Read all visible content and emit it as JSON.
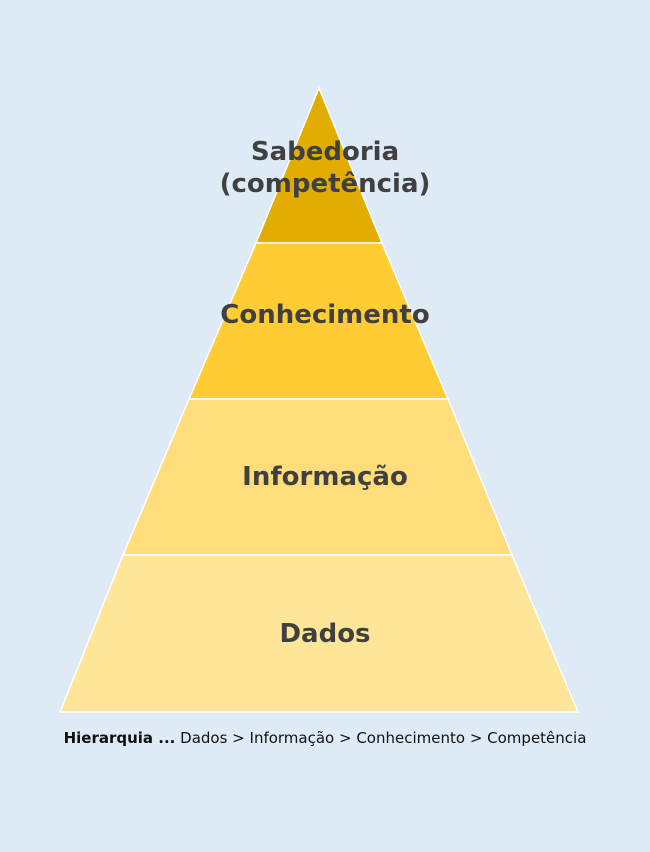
{
  "diagram": {
    "type": "pyramid",
    "tiers": [
      {
        "label_line1": "Sabedoria",
        "label_line2": "(competência)",
        "color": "#E2AC00",
        "level": 4
      },
      {
        "label": "Conhecimento",
        "color": "#FFCC33",
        "level": 3
      },
      {
        "label": "Informação",
        "color": "#FFDD7A",
        "level": 2
      },
      {
        "label": "Dados",
        "color": "#FFE597",
        "level": 1
      }
    ],
    "caption": {
      "prefix": "Hierarquia ...",
      "text": " Dados > Informação > Conhecimento > Competência"
    },
    "colors": {
      "background": "#DEEAF6",
      "text": "#404040",
      "divider": "#FFFFFF"
    }
  }
}
